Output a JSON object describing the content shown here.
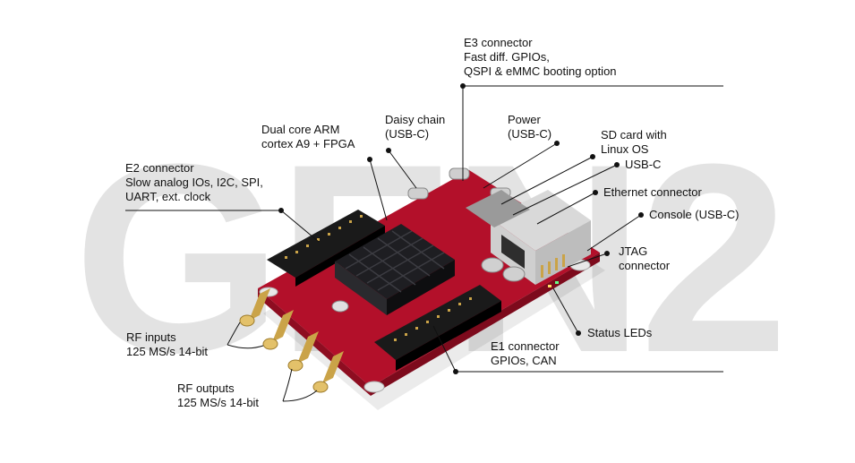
{
  "watermark": "GEN2",
  "colors": {
    "pcb": "#b3102a",
    "pcb_dark": "#7d0a1c",
    "heatsink": "#1e1e22",
    "connector": "#1a1a1a",
    "gold": "#caa348",
    "leader": "#111111"
  },
  "callouts": {
    "e3": [
      "E3 connector",
      "Fast diff. GPIOs,",
      "QSPI & eMMC booting option"
    ],
    "dual_core": [
      "Dual core ARM",
      "cortex A9 + FPGA"
    ],
    "daisy": [
      "Daisy chain",
      "(USB-C)"
    ],
    "power": [
      "Power",
      "(USB-C)"
    ],
    "sd_card": [
      "SD card with",
      "Linux OS"
    ],
    "usb_c": [
      "USB-C"
    ],
    "ethernet": [
      "Ethernet connector"
    ],
    "console": [
      "Console (USB-C)"
    ],
    "jtag": [
      "JTAG",
      "connector"
    ],
    "e2": [
      "E2 connector",
      "Slow analog IOs, I2C, SPI,",
      "UART, ext. clock"
    ],
    "status_leds": [
      "Status LEDs"
    ],
    "e1": [
      "E1 connector",
      "GPIOs, CAN"
    ],
    "rf_inputs": [
      "RF inputs",
      "125 MS/s 14-bit"
    ],
    "rf_outputs": [
      "RF outputs",
      "125 MS/s 14-bit"
    ]
  }
}
